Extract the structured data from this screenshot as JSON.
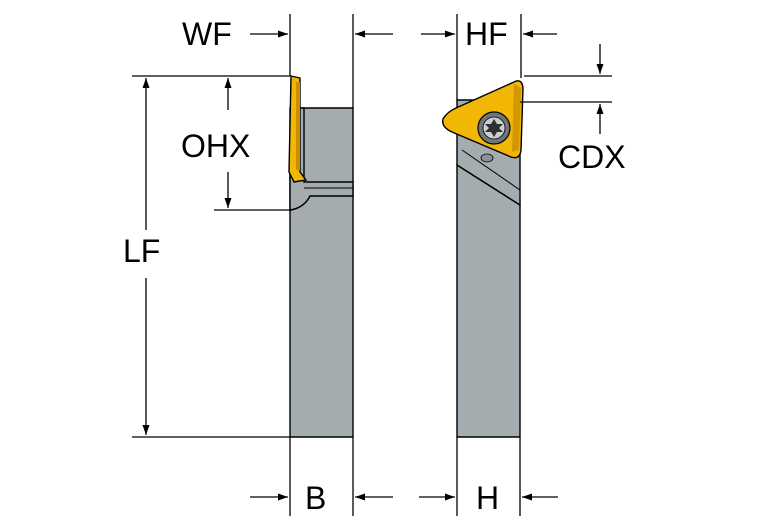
{
  "labels": {
    "wf": "WF",
    "hf": "HF",
    "ohx": "OHX",
    "cdx": "CDX",
    "lf": "LF",
    "b": "B",
    "h": "H"
  },
  "colors": {
    "holder_body": "#a4acb0",
    "holder_edge": "#000000",
    "insert": "#f2b705",
    "insert_dark": "#c98f00",
    "screw": "#6f777b",
    "dimension_line": "#000000",
    "background": "#ffffff"
  },
  "icons": {
    "arrow": "triangle-arrowhead",
    "screw": "torx-screw-icon"
  }
}
